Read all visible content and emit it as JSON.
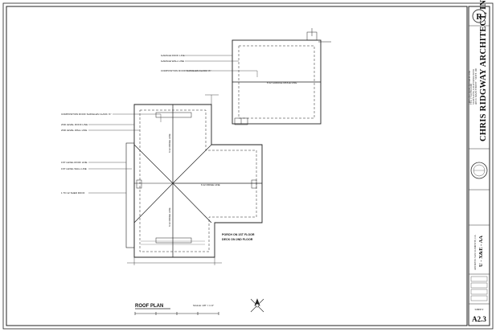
{
  "title_block": {
    "firm_name": "CHRIS RIDGWAY ARCHITECT, INC.",
    "firm_address": "405 N. MAIN STREET · SUITE 100",
    "firm_city": "SANTA ANA, CALIFORNIA 92701",
    "firm_phone": "TEL: (714) 555-0100",
    "firm_email": "CRIDGWAY@RIDGWAYARCH.COM",
    "project_name": "U - X&E - AA",
    "project_address": "ADDRESS:  SAN CLEMENTE, CA",
    "sheet_label": "SHEET",
    "sheet_number": "A2.3",
    "logo_letter": "R"
  },
  "drawing": {
    "title": "ROOF PLAN",
    "scale": "SCALE: 1/8\" = 1'-0\"",
    "note_line1": "PORCH ON 1ST FLOOR",
    "note_line2": "DECK ON 2ND FLOOR"
  },
  "callouts": [
    "GARAGE ROOF LINE",
    "GARAGE WALL LINE",
    "COMPOSITION ROOF SHINGLES CLASS \"A\"",
    "COMPOSITION ROOF SHINGLES CLASS \"A\"",
    "2ND LEVEL ROOF LINE",
    "2ND LEVEL WALL LINE",
    "1ST LEVEL ROOF LINE",
    "1ST LEVEL WALL LINE",
    "1 TO 12 SHED ROOF"
  ],
  "ridge_labels": {
    "garage_ridge": "6:12 GARAGE RIDGE LINE",
    "main_ridge_v": "6:12 RIDGE LINE",
    "main_ridge_h": "6:12 RIDGE LINE",
    "ridge_v2": "6:12 RIDGE LINE"
  }
}
